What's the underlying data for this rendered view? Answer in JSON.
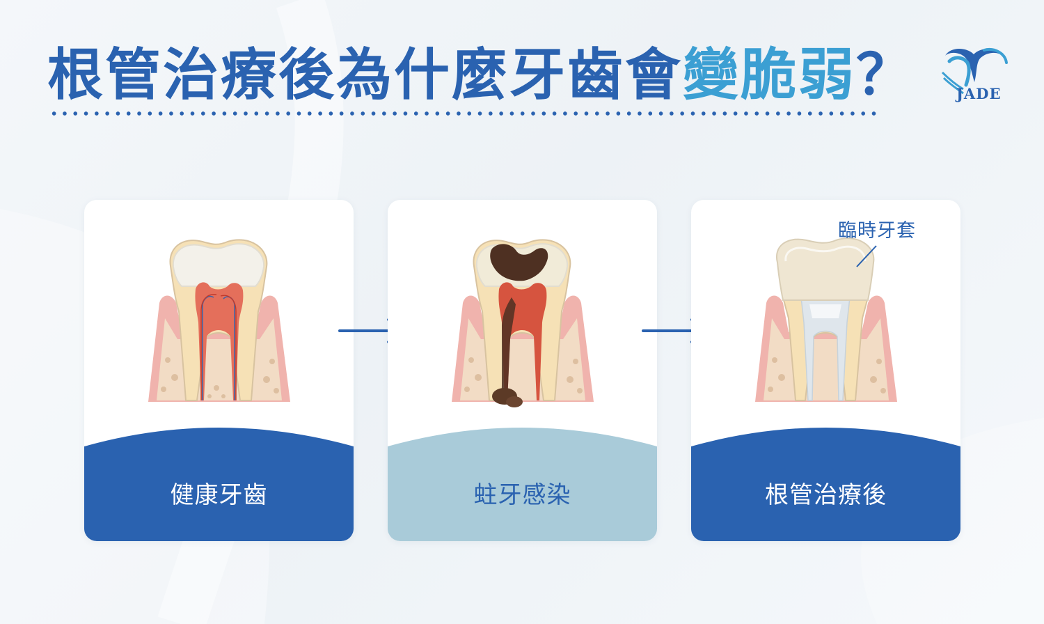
{
  "title": {
    "main": "根管治療後為什麼牙齒會",
    "accent": "變脆弱",
    "end": "？"
  },
  "logo": {
    "text": "JADE"
  },
  "stages": [
    {
      "label": "健康牙齒"
    },
    {
      "label": "蛀牙感染"
    },
    {
      "label": "根管治療後",
      "annotation": "臨時牙套"
    }
  ],
  "colors": {
    "primary": "#2a62b0",
    "accent": "#3b9fd3",
    "band_light": "#a9cbd9",
    "gum": "#f0b3ad",
    "bone": "#f2dcc5",
    "enamel": "#f3f1ea",
    "dentin": "#f6e1b6",
    "pulp": "#e46f5b",
    "decay": "#4e3022",
    "crown": "#efe6d2"
  }
}
